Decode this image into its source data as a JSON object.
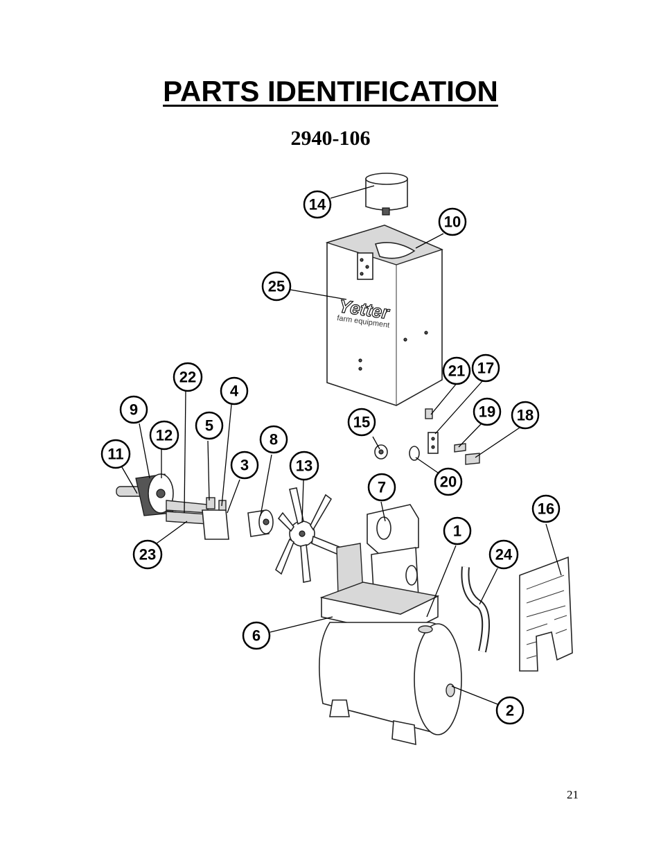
{
  "page": {
    "title": "PARTS IDENTIFICATION",
    "model_number": "2940-106",
    "page_number": "21"
  },
  "diagram": {
    "logo_text": "Yetter",
    "logo_subtext": "farm equipment",
    "callouts": [
      "1",
      "2",
      "3",
      "4",
      "5",
      "6",
      "7",
      "8",
      "9",
      "10",
      "11",
      "12",
      "13",
      "14",
      "15",
      "16",
      "17",
      "18",
      "19",
      "20",
      "21",
      "22",
      "23",
      "24",
      "25"
    ]
  }
}
